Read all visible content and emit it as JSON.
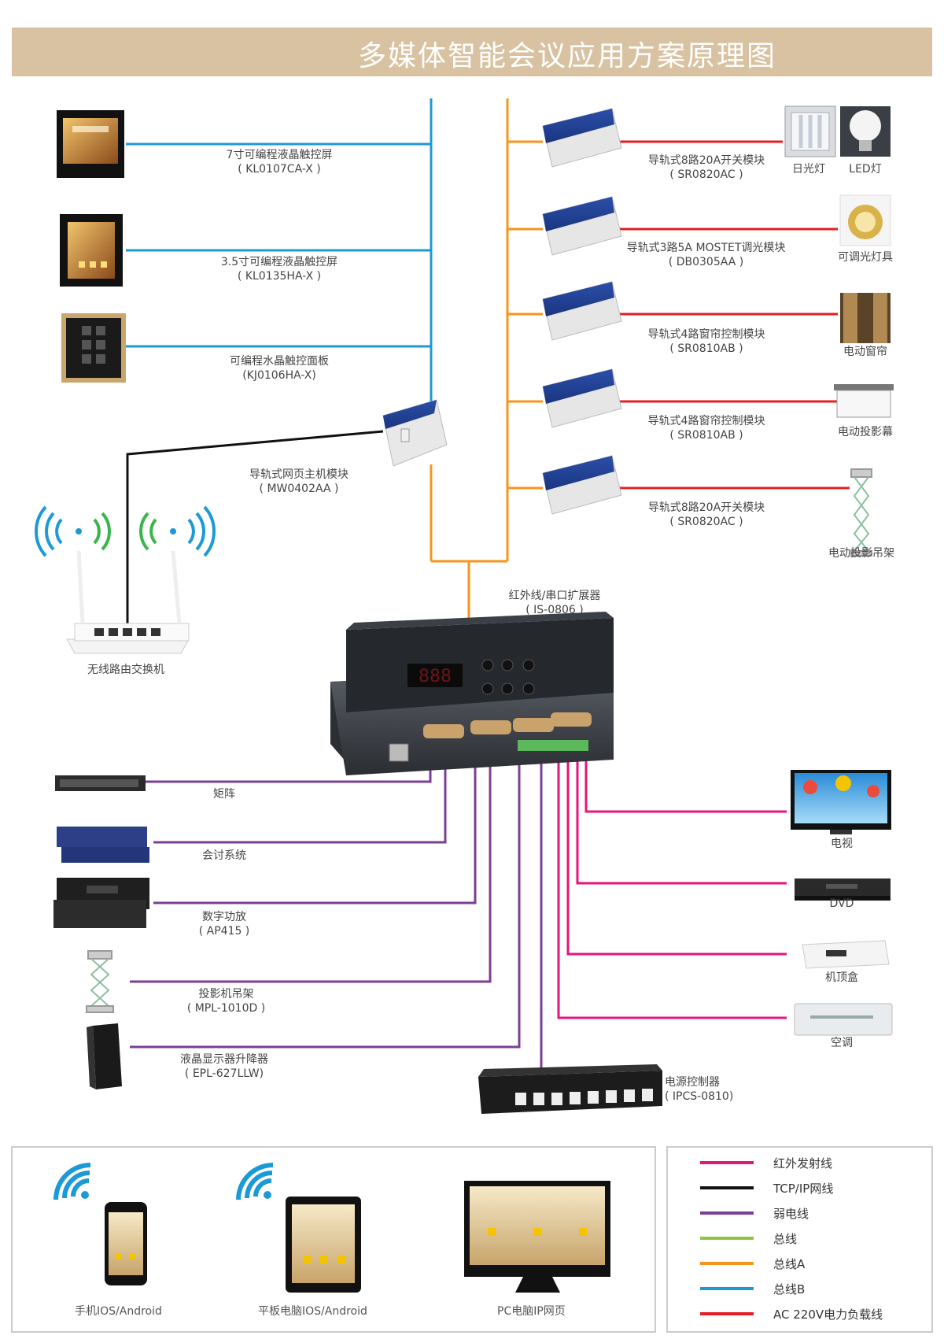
{
  "title": "多媒体智能会议应用方案原理图",
  "colors": {
    "title_bar": "#d8c2a1",
    "ir_line": "#e4157d",
    "tcpip_line": "#111111",
    "weak_line": "#7b3f96",
    "bus_line": "#8cc63f",
    "bus_a_line": "#f7941d",
    "bus_b_line": "#1c9ad6",
    "ac_line": "#e31e24"
  },
  "left_devices": [
    {
      "name": "7寸可编程液晶触控屏",
      "model": "( KL0107CA-X )"
    },
    {
      "name": "3.5寸可编程液晶触控屏",
      "model": "( KL0135HA-X )"
    },
    {
      "name": "可编程水晶触控面板",
      "model": "(KJ0106HA-X)"
    }
  ],
  "host_module": {
    "name": "导轨式网页主机模块",
    "model": "( MW0402AA )"
  },
  "router": {
    "name": "无线路由交换机"
  },
  "right_modules": [
    {
      "name": "导轨式8路20A开关模块",
      "model": "( SR0820AC )"
    },
    {
      "name": "导轨式3路5A MOSTET调光模块",
      "model": "( DB0305AA )"
    },
    {
      "name": "导轨式4路窗帘控制模块",
      "model": "( SR0810AB )"
    },
    {
      "name": "导轨式4路窗帘控制模块",
      "model": "( SR0810AB )"
    },
    {
      "name": "导轨式8路20A开关模块",
      "model": "( SR0820AC )"
    }
  ],
  "loads": {
    "fluorescent": "日光灯",
    "led": "LED灯",
    "dimmable": "可调光灯具",
    "curtain": "电动窗帘",
    "screen": "电动投影幕",
    "projector_mount": "电动投影吊架"
  },
  "expander": {
    "name": "红外线/串口扩展器",
    "model": "( IS-0806 )",
    "display": "888"
  },
  "serial_devices": [
    {
      "name": "矩阵",
      "model": ""
    },
    {
      "name": "会讨系统",
      "model": ""
    },
    {
      "name": "数字功放",
      "model": "( AP415 )"
    },
    {
      "name": "投影机吊架",
      "model": "( MPL-1010D )"
    },
    {
      "name": "液晶显示器升降器",
      "model": "( EPL-627LLW)"
    }
  ],
  "ir_devices": [
    "电视",
    "DVD",
    "机顶盒",
    "空调"
  ],
  "power_controller": {
    "name": "电源控制器",
    "model": "( IPCS-0810)"
  },
  "apps": [
    {
      "label": "手机IOS/Android"
    },
    {
      "label": "平板电脑IOS/Android"
    },
    {
      "label": "PC电脑IP网页"
    }
  ],
  "legend": [
    {
      "label": "红外发射线",
      "color": "#e4157d"
    },
    {
      "label": "TCP/IP网线",
      "color": "#111111"
    },
    {
      "label": "弱电线",
      "color": "#7b3f96"
    },
    {
      "label": "总线",
      "color": "#8cc63f"
    },
    {
      "label": "总线A",
      "color": "#f7941d"
    },
    {
      "label": "总线B",
      "color": "#1c9ad6"
    },
    {
      "label": "AC 220V电力负载线",
      "color": "#e31e24"
    }
  ]
}
